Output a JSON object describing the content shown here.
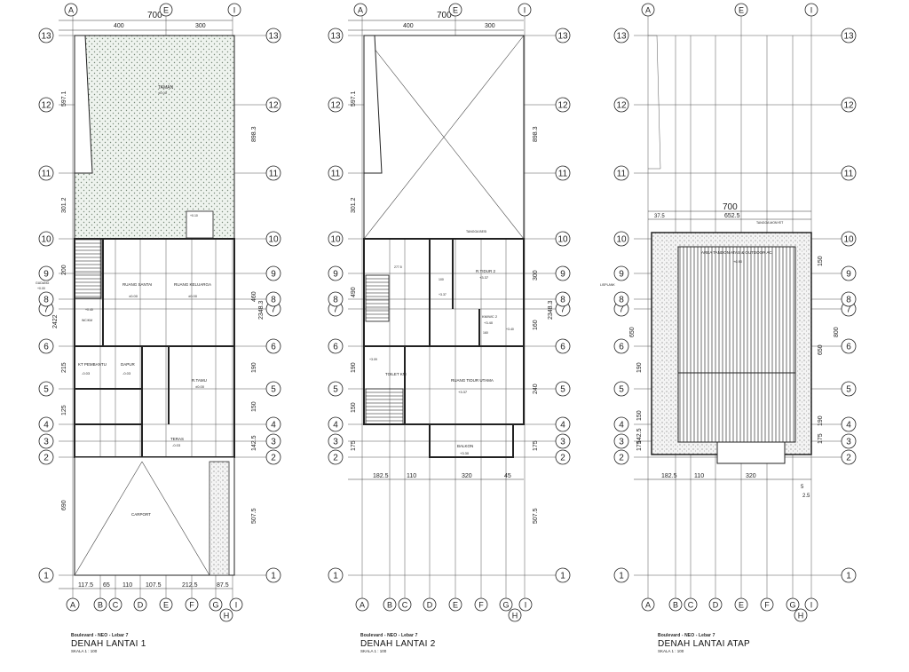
{
  "sheets": [
    {
      "project": "Boulevard - NEO - Lebar 7",
      "title": "DENAH LANTAI 1",
      "scale": "SKALA 1 : 100",
      "top_dims": [
        "700",
        "400",
        "300"
      ],
      "bottom_dims": [
        "117.5",
        "65",
        "110",
        "107.5",
        "212.5",
        "87.5"
      ],
      "left_dims": [
        "597.1",
        "301.2",
        "200",
        "2422",
        "215",
        "125",
        "690"
      ],
      "right_dims": [
        "898.3",
        "460",
        "2348.3",
        "190",
        "150",
        "142.5",
        "507.5"
      ],
      "rooms": [
        {
          "name": "TAMAN",
          "level": "±0.00"
        },
        {
          "name": "RUANG SANTAI",
          "level": "±0.00"
        },
        {
          "name": "RUANG KELUARGA",
          "level": "±0.00"
        },
        {
          "name": "KT PEMBANTU",
          "level": "-0.03"
        },
        {
          "name": "DAPUR",
          "level": "-0.03"
        },
        {
          "name": "R.TAMU",
          "level": "±0.00"
        },
        {
          "name": "TERAS",
          "level": "-0.03"
        },
        {
          "name": "CARPORT",
          "level": ""
        }
      ],
      "annotations": [
        "GUDANG",
        "+0.00",
        "+0.10",
        "WC/KM",
        "+0.40"
      ]
    },
    {
      "project": "Boulevard - NEO - Lebar 7",
      "title": "DENAH LANTAI 2",
      "scale": "SKALA 1 : 100",
      "top_dims": [
        "700",
        "400",
        "300"
      ],
      "bottom_dims": [
        "182.5",
        "110",
        "320",
        "45"
      ],
      "left_dims": [
        "597.1",
        "301.2",
        "490",
        "190",
        "150",
        "175"
      ],
      "right_dims": [
        "898.3",
        "300",
        "2348.3",
        "160",
        "240",
        "175",
        "507.5"
      ],
      "rooms": [
        {
          "name": "R.TIDUR 2",
          "level": "+3.37"
        },
        {
          "name": "KM/WC 2",
          "level": "+3.40"
        },
        {
          "name": "RUANG TIDUR UTAMA",
          "level": "+3.37"
        },
        {
          "name": "TOILET KM",
          "level": ""
        },
        {
          "name": "BALKON",
          "level": "+3.30"
        }
      ],
      "annotations": [
        "277.5",
        "100",
        "+3.37",
        "+3.40",
        "+3.09",
        "160",
        "TANGGA BESI"
      ]
    },
    {
      "project": "Boulevard - NEO - Lebar 7",
      "title": "DENAH LANTAI ATAP",
      "scale": "SKALA 1 : 100",
      "top_dims": [
        "700",
        "652.5",
        "37.5"
      ],
      "bottom_dims": [
        "182.5",
        "110",
        "320",
        "5",
        "2.5"
      ],
      "left_dims": [
        "650",
        "150",
        "190",
        "175",
        "142.5"
      ],
      "right_dims": [
        "800",
        "650",
        "150",
        "175",
        "190"
      ],
      "rooms": [
        {
          "name": "AREA TANDON ATAS & OUTDOOR AC",
          "level": "+6.90"
        }
      ],
      "annotations": [
        "TANGGA MONYET",
        "LISPLANK"
      ]
    }
  ],
  "grid_columns": [
    "A",
    "B",
    "C",
    "D",
    "E",
    "F",
    "G",
    "H",
    "I"
  ],
  "grid_rows": [
    "1",
    "2",
    "3",
    "4",
    "5",
    "6",
    "7",
    "8",
    "9",
    "10",
    "11",
    "12",
    "13"
  ]
}
